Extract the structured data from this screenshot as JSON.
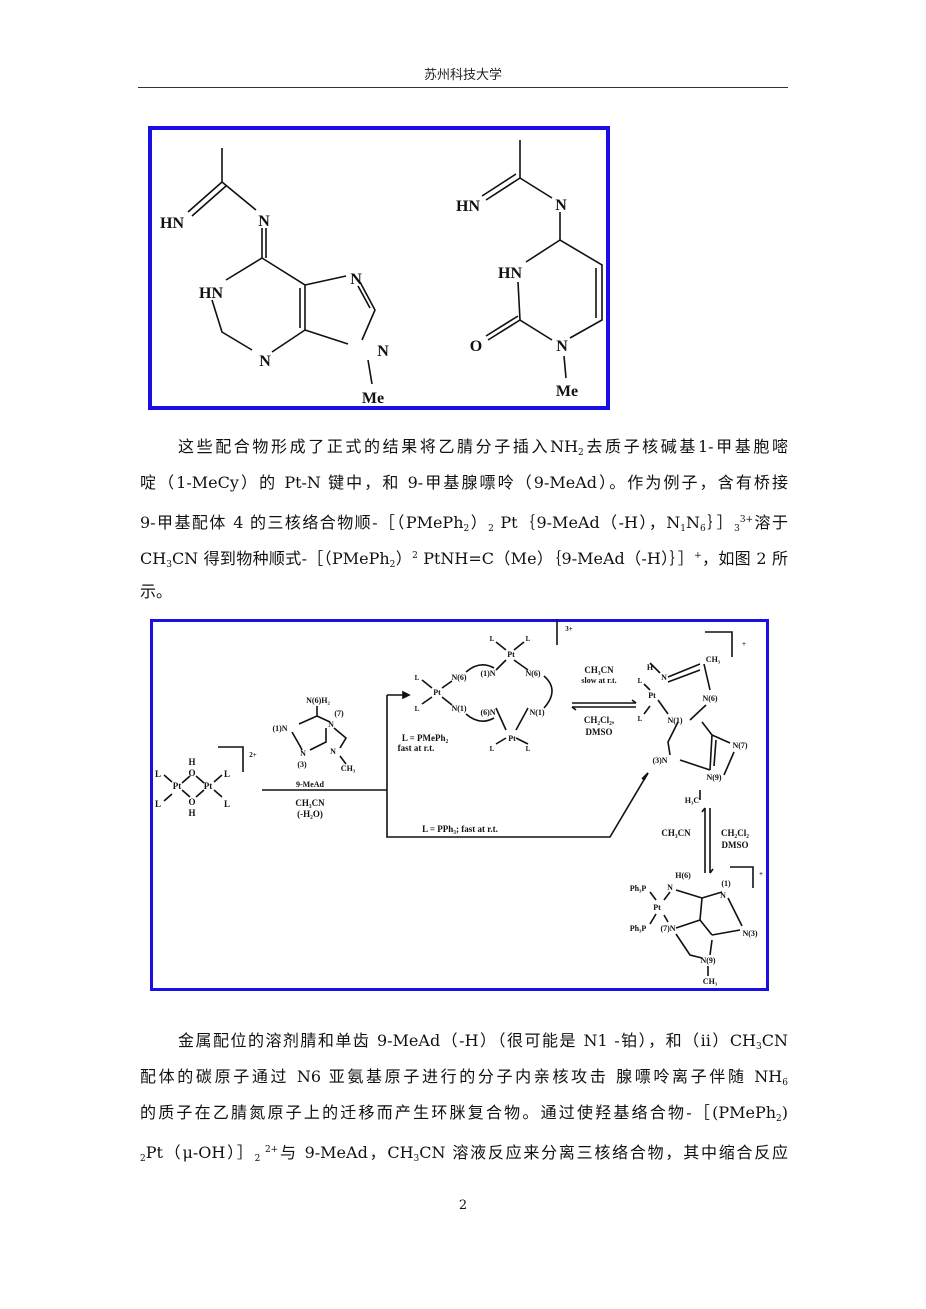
{
  "header": {
    "title": "苏州科技大学"
  },
  "figure1": {
    "labels": [
      "HN",
      "N",
      "HN",
      "N",
      "N",
      "N",
      "Me",
      "HN",
      "N",
      "HN",
      "O",
      "N",
      "Me"
    ]
  },
  "paragraph1": [
    [
      [
        "t",
        "这些配合物形成了正式的结果将乙腈分子插入NH"
      ],
      [
        "sub",
        "2"
      ],
      [
        "t",
        "去质子核碱基1-甲基胞嘧"
      ]
    ],
    [
      [
        "t",
        "啶（1-MeCy）的 Pt-N 键中，和 9-甲基腺嘌呤（9-MeAd）。作为例子，含有桥接"
      ]
    ],
    [
      [
        "t",
        "9-甲基配体 4 的三核络合物顺-［（PMePh"
      ],
      [
        "sub",
        "2"
      ],
      [
        "t",
        "）"
      ],
      [
        "sub",
        "2"
      ],
      [
        "t",
        " Pt｛9-MeAd（-H），N"
      ],
      [
        "sub",
        "1"
      ],
      [
        "t",
        "N"
      ],
      [
        "sub",
        "6"
      ],
      [
        "t",
        "｝］"
      ],
      [
        "sub",
        "3"
      ],
      [
        "sup",
        "3+"
      ],
      [
        "t",
        "溶于"
      ]
    ],
    [
      [
        "t",
        "CH"
      ],
      [
        "sub",
        "3"
      ],
      [
        "t",
        "CN 得到物种顺式-［（PMePh"
      ],
      [
        "sub",
        "2"
      ],
      [
        "t",
        "）"
      ],
      [
        "sup",
        "2"
      ],
      [
        "t",
        " PtNH=C（Me）｛9-MeAd（-H）｝］"
      ],
      [
        "sup",
        "+"
      ],
      [
        "t",
        "，如图 2 所"
      ]
    ],
    [
      [
        "t",
        "示。"
      ]
    ]
  ],
  "figure2": {
    "labels": [
      "L",
      "Pt",
      "H",
      "O",
      "Pt",
      "O",
      "H",
      "L",
      "L",
      "L",
      "2+",
      "9-MeAd",
      "CH₃CN",
      "(-H₂O)",
      "N(6)H₂",
      "(7)",
      "(1)N",
      "N",
      "N",
      "(3)",
      "N",
      "CH₃",
      "L = PMePh₂",
      "fast at r.t.",
      "L = PPh₃; fast at r.t.",
      "L",
      "Pt",
      "L",
      "N(6)",
      "N(1)",
      "(1)N",
      "Pt",
      "L",
      "L",
      "N(6)",
      "(6)N",
      "N(1)",
      "Pt",
      "L",
      "L",
      "3+",
      "CH₃CN",
      "slow at r.t.",
      "CH₂Cl₂,",
      "DMSO",
      "H",
      "CH₃",
      "L",
      "N",
      "Pt",
      "N(6)",
      "L",
      "N(1)",
      "+",
      "N(7)",
      "(3)N",
      "N(9)",
      "H₃C",
      "CH₃CN",
      "CH₂Cl₂",
      "DMSO",
      "H(6)",
      "N",
      "(1)",
      "Ph₃P",
      "Pt",
      "N",
      "Ph₃P",
      "(7)N",
      "N(3)",
      "N(9)",
      "CH₃",
      "+"
    ]
  },
  "paragraph2": [
    [
      [
        "t",
        "金属配位的溶剂腈和单齿 9-MeAd（-H）（很可能是 N1 -铂），和（ii）CH"
      ],
      [
        "sub",
        "3"
      ],
      [
        "t",
        "CN"
      ]
    ],
    [
      [
        "t",
        "配体的碳原子通过 N6  亚氨基原子进行的分子内亲核攻击 腺嘌呤离子伴随 NH"
      ],
      [
        "sub",
        "6"
      ]
    ],
    [
      [
        "t",
        "的质子在乙腈氮原子上的迁移而产生环脒复合物。通过使羟基络合物-［(PMePh"
      ],
      [
        "sub",
        "2"
      ],
      [
        "t",
        ")"
      ]
    ],
    [
      [
        "sub",
        "2"
      ],
      [
        "t",
        "Pt（μ-OH）］"
      ],
      [
        "sub",
        "2"
      ],
      [
        "sup",
        " 2+"
      ],
      [
        "t",
        "与 9-MeAd，CH"
      ],
      [
        "sub",
        "3"
      ],
      [
        "t",
        "CN 溶液反应来分离三核络合物，其中缩合反应"
      ]
    ]
  ],
  "footer": {
    "page_number": "2"
  }
}
